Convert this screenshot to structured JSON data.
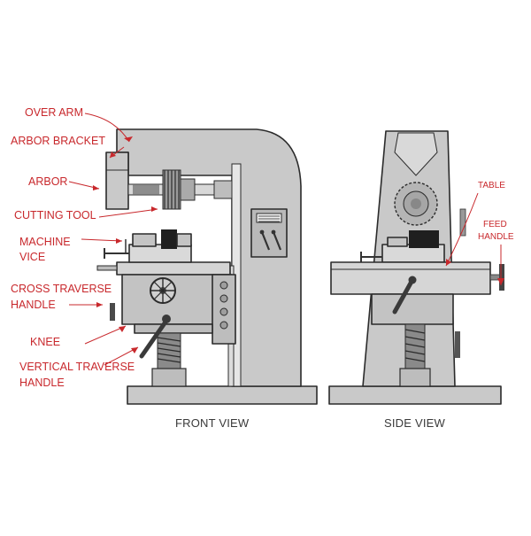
{
  "labels": {
    "over_arm": "OVER ARM",
    "arbor_bracket": "ARBOR BRACKET",
    "arbor": "ARBOR",
    "cutting_tool": "CUTTING TOOL",
    "machine": "MACHINE",
    "vice": "VICE",
    "cross_traverse": "CROSS TRAVERSE",
    "cross_handle": "HANDLE",
    "knee": "KNEE",
    "vertical_traverse": "VERTICAL TRAVERSE",
    "vertical_handle": "HANDLE",
    "table": "TABLE",
    "feed": "FEED",
    "feed_handle": "HANDLE"
  },
  "views": {
    "front": "FRONT VIEW",
    "side": "SIDE VIEW"
  },
  "colors": {
    "label": "#c8282c",
    "body": "#c9c9c9",
    "dark": "#3a3a3a",
    "outline": "#2b2b2b"
  }
}
